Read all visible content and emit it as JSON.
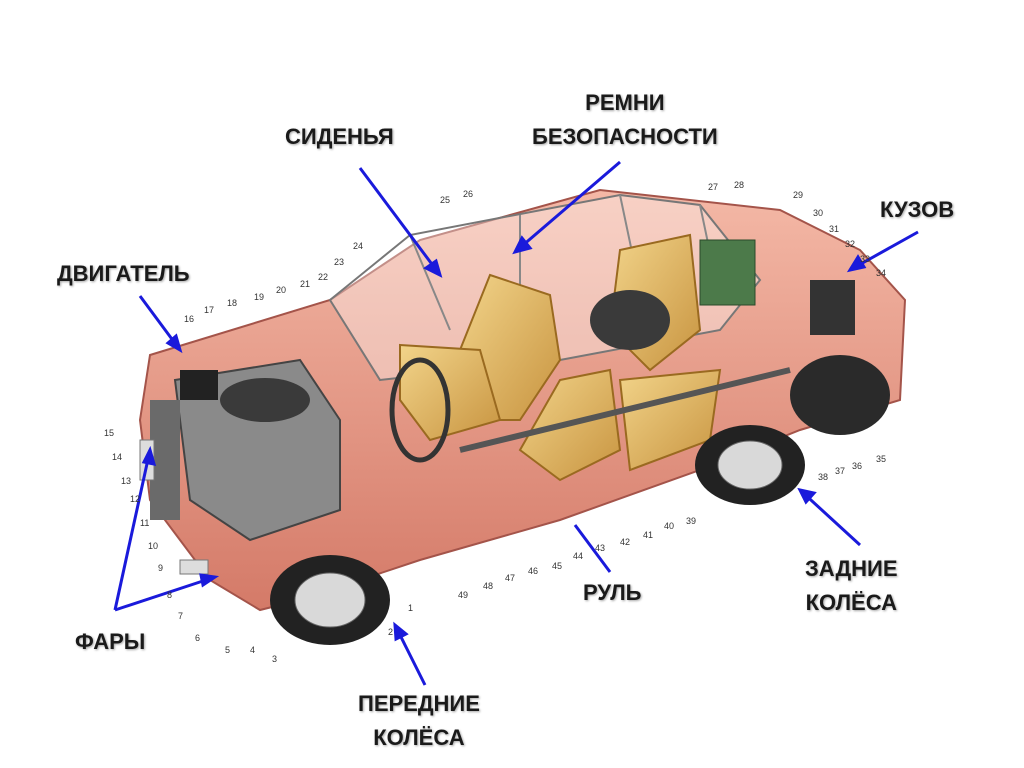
{
  "labels": {
    "seats": "СИДЕНЬЯ",
    "belts_line1": "РЕМНИ",
    "belts_line2": "БЕЗОПАСНОСТИ",
    "engine": "ДВИГАТЕЛЬ",
    "body": "КУЗОВ",
    "headlights": "ФАРЫ",
    "steering": "РУЛЬ",
    "rear_wheels_line1": "ЗАДНИЕ",
    "rear_wheels_line2": "КОЛЁСА",
    "front_wheels_line1": "ПЕРЕДНИЕ",
    "front_wheels_line2": "КОЛЁСА"
  },
  "part_numbers": [
    "1",
    "2",
    "3",
    "4",
    "5",
    "6",
    "7",
    "8",
    "9",
    "10",
    "11",
    "12",
    "13",
    "14",
    "15",
    "16",
    "17",
    "18",
    "19",
    "20",
    "21",
    "22",
    "23",
    "24",
    "25",
    "26",
    "27",
    "28",
    "29",
    "30",
    "31",
    "32",
    "33",
    "34",
    "35",
    "36",
    "37",
    "38",
    "39",
    "40",
    "41",
    "42",
    "43",
    "44",
    "45",
    "46",
    "47",
    "48",
    "49"
  ],
  "colors": {
    "arrow": "#1a1adb",
    "car_body": "#e89a86",
    "car_body_dark": "#c4665a",
    "seat": "#e8c070",
    "wheel": "#2a2a2a",
    "text": "#1a1a1a"
  }
}
